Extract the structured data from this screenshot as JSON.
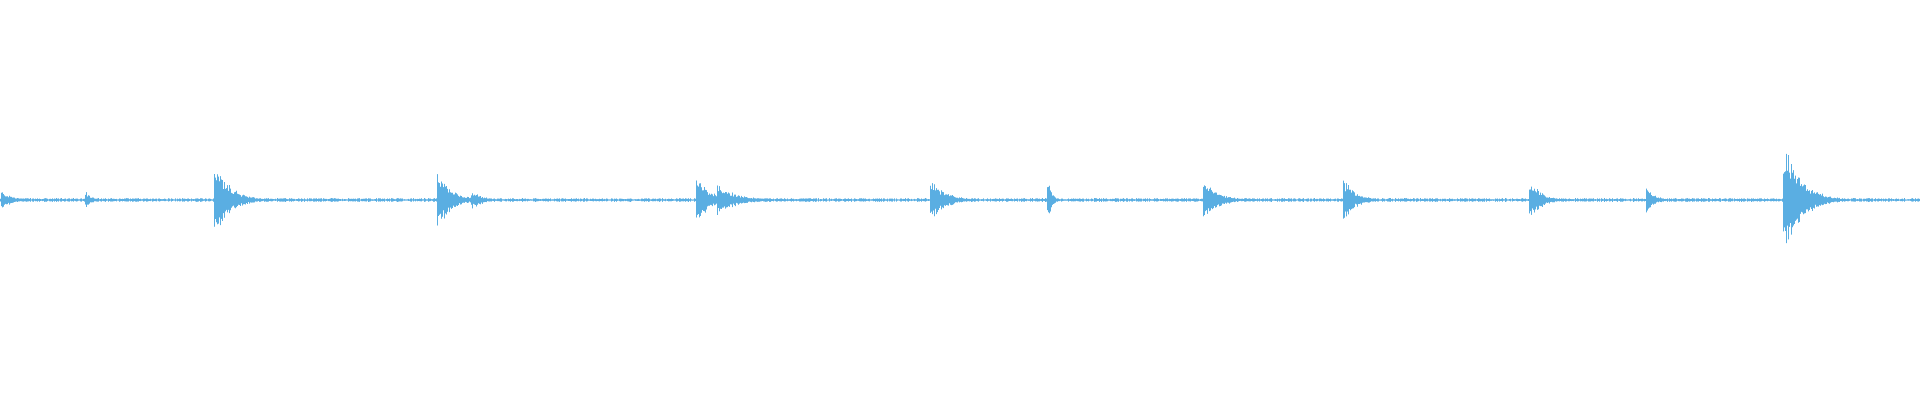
{
  "waveform": {
    "color": "#5aaee2",
    "background": "#ffffff",
    "baseline_amplitude": 0.006,
    "transients": [
      {
        "position": 0.001,
        "amplitude": 0.04,
        "decay": 0.006
      },
      {
        "position": 0.045,
        "amplitude": 0.04,
        "decay": 0.003
      },
      {
        "position": 0.112,
        "amplitude": 0.17,
        "decay": 0.008
      },
      {
        "position": 0.207,
        "amplitude": 0.01,
        "decay": 0.002
      },
      {
        "position": 0.228,
        "amplitude": 0.13,
        "decay": 0.007
      },
      {
        "position": 0.246,
        "amplitude": 0.04,
        "decay": 0.006
      },
      {
        "position": 0.363,
        "amplitude": 0.11,
        "decay": 0.007
      },
      {
        "position": 0.374,
        "amplitude": 0.07,
        "decay": 0.01
      },
      {
        "position": 0.485,
        "amplitude": 0.09,
        "decay": 0.008
      },
      {
        "position": 0.546,
        "amplitude": 0.09,
        "decay": 0.002
      },
      {
        "position": 0.627,
        "amplitude": 0.11,
        "decay": 0.007
      },
      {
        "position": 0.7,
        "amplitude": 0.1,
        "decay": 0.006
      },
      {
        "position": 0.797,
        "amplitude": 0.09,
        "decay": 0.006
      },
      {
        "position": 0.858,
        "amplitude": 0.06,
        "decay": 0.004
      },
      {
        "position": 0.929,
        "amplitude": 0.27,
        "decay": 0.009
      }
    ]
  }
}
